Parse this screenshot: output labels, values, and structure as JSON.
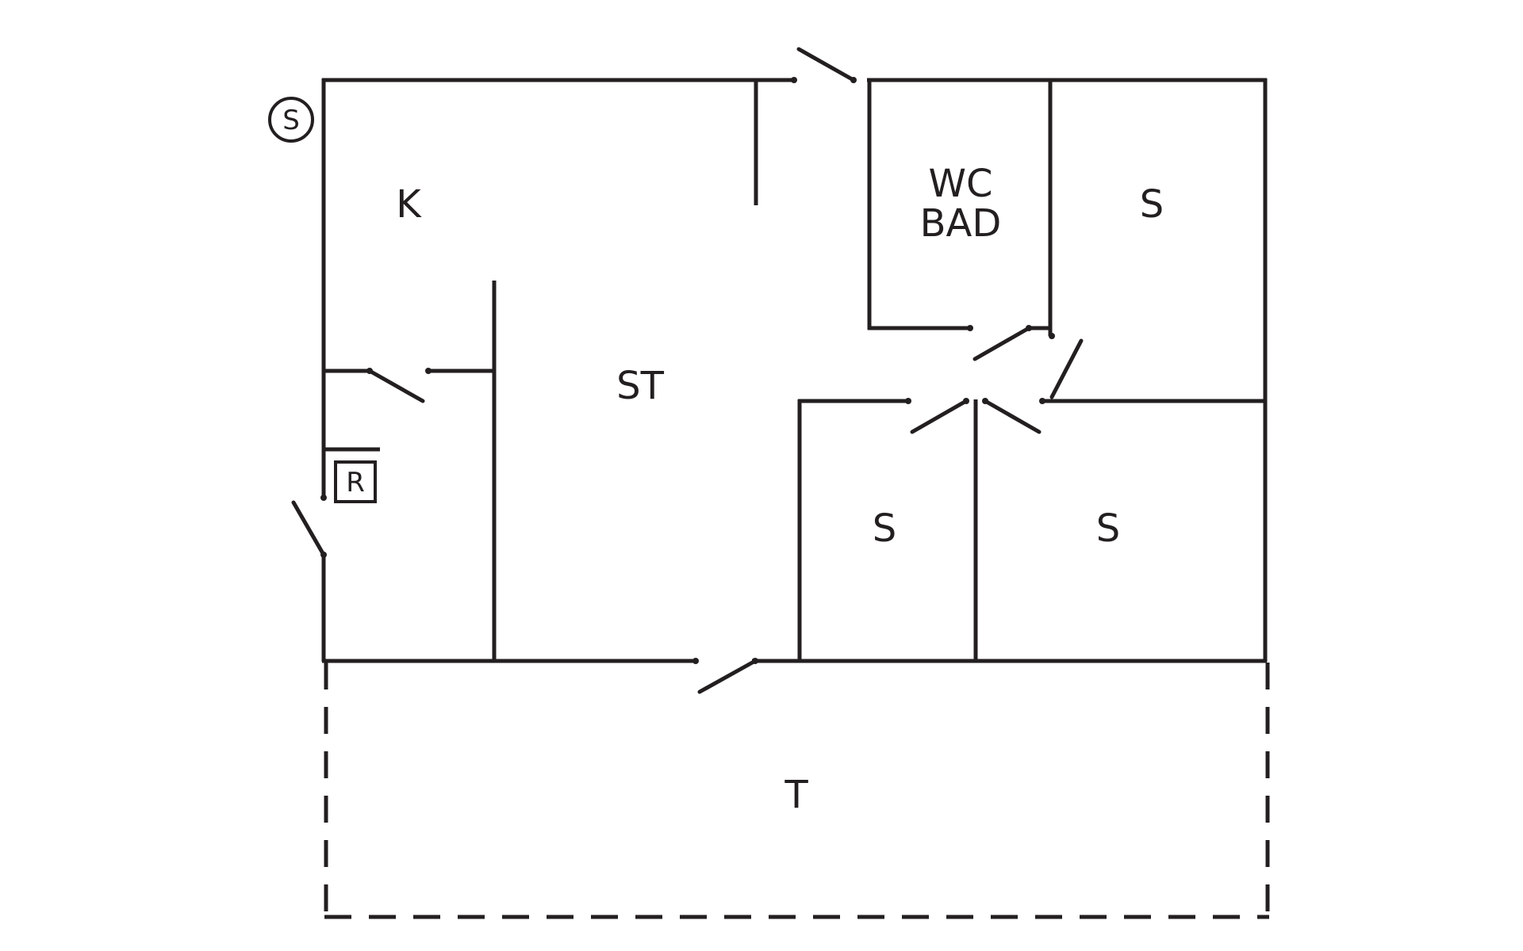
{
  "rooms": {
    "kitchen": "K",
    "living": "ST",
    "wc_line1": "WC",
    "wc_line2": "BAD",
    "bedroom_top_right": "S",
    "bedroom_bottom_middle": "S",
    "bedroom_bottom_right": "S",
    "terrace": "T"
  },
  "symbols": {
    "circle_marker": "S",
    "box_marker": "R"
  }
}
